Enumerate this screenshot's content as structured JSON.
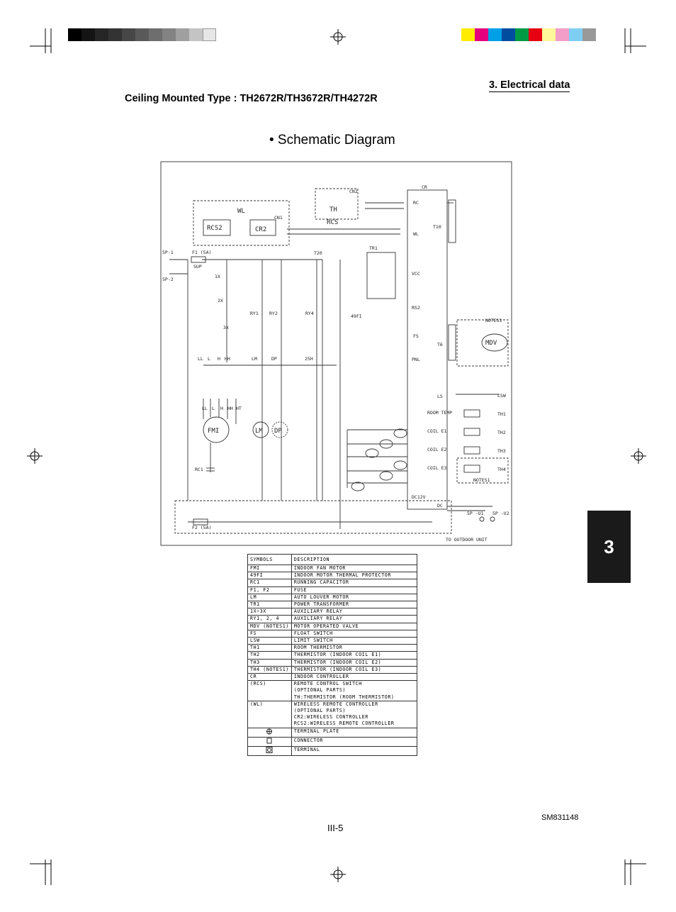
{
  "header": {
    "section": "3. Electrical data",
    "model_line": "Ceiling Mounted Type : TH2672R/TH3672R/TH4272R",
    "diagram_title": "• Schematic Diagram"
  },
  "chapter_tab": "3",
  "print_bar": {
    "gray_swatches": [
      "#000000",
      "#141414",
      "#262626",
      "#333333",
      "#474747",
      "#5a5a5a",
      "#6e6e6e",
      "#828282",
      "#a0a0a0",
      "#c4c4c4",
      "#e6e6e6"
    ],
    "color_swatches": [
      "#ffec00",
      "#e5007e",
      "#00a0e9",
      "#004da0",
      "#009944",
      "#e60012",
      "#fff799",
      "#f29ec8",
      "#7ecef4",
      "#999999"
    ]
  },
  "schematic": {
    "terminal_plates": [
      "5P-1",
      "5P-2"
    ],
    "fuses": [
      "F1 (5A)",
      "F2 (5A)"
    ],
    "sup": "SUP",
    "relays": [
      "1X",
      "2X",
      "3X",
      "RY1",
      "RY2",
      "RY4"
    ],
    "motor_fm": "FMI",
    "motor_lm": "LM",
    "motor_dp": "DP",
    "capacitor": "RC1",
    "protector": "49FI",
    "transformer": "TR1",
    "wiring_terminals": [
      "LL",
      "L",
      "H",
      "HH",
      "LM",
      "DP",
      "25H",
      "T20"
    ],
    "motor_leads": [
      "LL",
      "L",
      "H",
      "HH",
      "HT"
    ],
    "rcs_box": [
      "TH",
      "RCS",
      "CN2"
    ],
    "wl_box": [
      "WL",
      "RCS2",
      "CR2",
      "CN1"
    ],
    "controller": "CR",
    "cr_ports": [
      "RC",
      "WL",
      "VCC",
      "RS2",
      "FS",
      "PNL",
      "LS",
      "ROOM TEMP",
      "COIL E1",
      "COIL E2",
      "COIL E3",
      "DC12V",
      "DC",
      "T10",
      "T6"
    ],
    "right_devices": [
      "MDV",
      "LSW",
      "TH1",
      "TH2",
      "TH3",
      "TH4"
    ],
    "notes_label": "NOTES1",
    "outdoor_terminals": [
      "5P -U1",
      "5P -U2"
    ],
    "outdoor_label": "TO OUTDOOR UNIT"
  },
  "legend": {
    "headers": [
      "SYMBOLS",
      "DESCRIPTION"
    ],
    "rows": [
      {
        "symbol": "FMI",
        "desc": [
          "INDOOR FAN MOTOR"
        ]
      },
      {
        "symbol": "49FI",
        "desc": [
          "INDOOR MOTOR THERMAL PROTECTOR"
        ]
      },
      {
        "symbol": "RC1",
        "desc": [
          "RUNNING CAPACITOR"
        ]
      },
      {
        "symbol": "F1, F2",
        "desc": [
          "FUSE"
        ]
      },
      {
        "symbol": "LM",
        "desc": [
          "AUTO LOUVER MOTOR"
        ]
      },
      {
        "symbol": "TR1",
        "desc": [
          "POWER TRANSFORMER"
        ]
      },
      {
        "symbol": "1X~3X",
        "desc": [
          "AUXILIARY RELAY"
        ]
      },
      {
        "symbol": "RY1, 2, 4",
        "desc": [
          "AUXILIARY RELAY"
        ]
      },
      {
        "symbol": "MDV (NOTES1)",
        "desc": [
          "MOTOR OPERATED VALVE"
        ]
      },
      {
        "symbol": "FS",
        "desc": [
          "FLOAT SWITCH"
        ]
      },
      {
        "symbol": "LSW",
        "desc": [
          "LIMIT SWITCH"
        ]
      },
      {
        "symbol": "TH1",
        "desc": [
          "ROOM THERMISTOR"
        ]
      },
      {
        "symbol": "TH2",
        "desc": [
          "THERMISTOR (INDOOR COIL E1)"
        ]
      },
      {
        "symbol": "TH3",
        "desc": [
          "THERMISTOR (INDOOR COIL E2)"
        ]
      },
      {
        "symbol": "TH4 (NOTES1)",
        "desc": [
          "THERMISTOR (INDOOR COIL E3)"
        ]
      },
      {
        "symbol": "CR",
        "desc": [
          "INDOOR CONTROLLER"
        ]
      },
      {
        "symbol": "(RCS)",
        "desc": [
          "REMOTE CONTROL SWITCH",
          "(OPTIONAL PARTS)",
          "TH:THERMISTOR (ROOM THERMISTOR)"
        ]
      },
      {
        "symbol": "(WL)",
        "desc": [
          "WIRELESS REMOTE CONTROLLER",
          "(OPTIONAL PARTS)",
          "CR2:WIRELESS CONTROLLER",
          "RCS2:WIRELESS REMOTE CONTROLLER"
        ]
      },
      {
        "symbol": "",
        "icon": "terminal-plate-icon",
        "desc": [
          "TERMINAL PLATE"
        ]
      },
      {
        "symbol": "",
        "icon": "connector-icon",
        "desc": [
          "CONNECTOR"
        ]
      },
      {
        "symbol": "",
        "icon": "terminal-icon",
        "desc": [
          "TERMINAL"
        ]
      }
    ]
  },
  "footer": {
    "doc_code": "SM831148",
    "page": "III-5"
  }
}
